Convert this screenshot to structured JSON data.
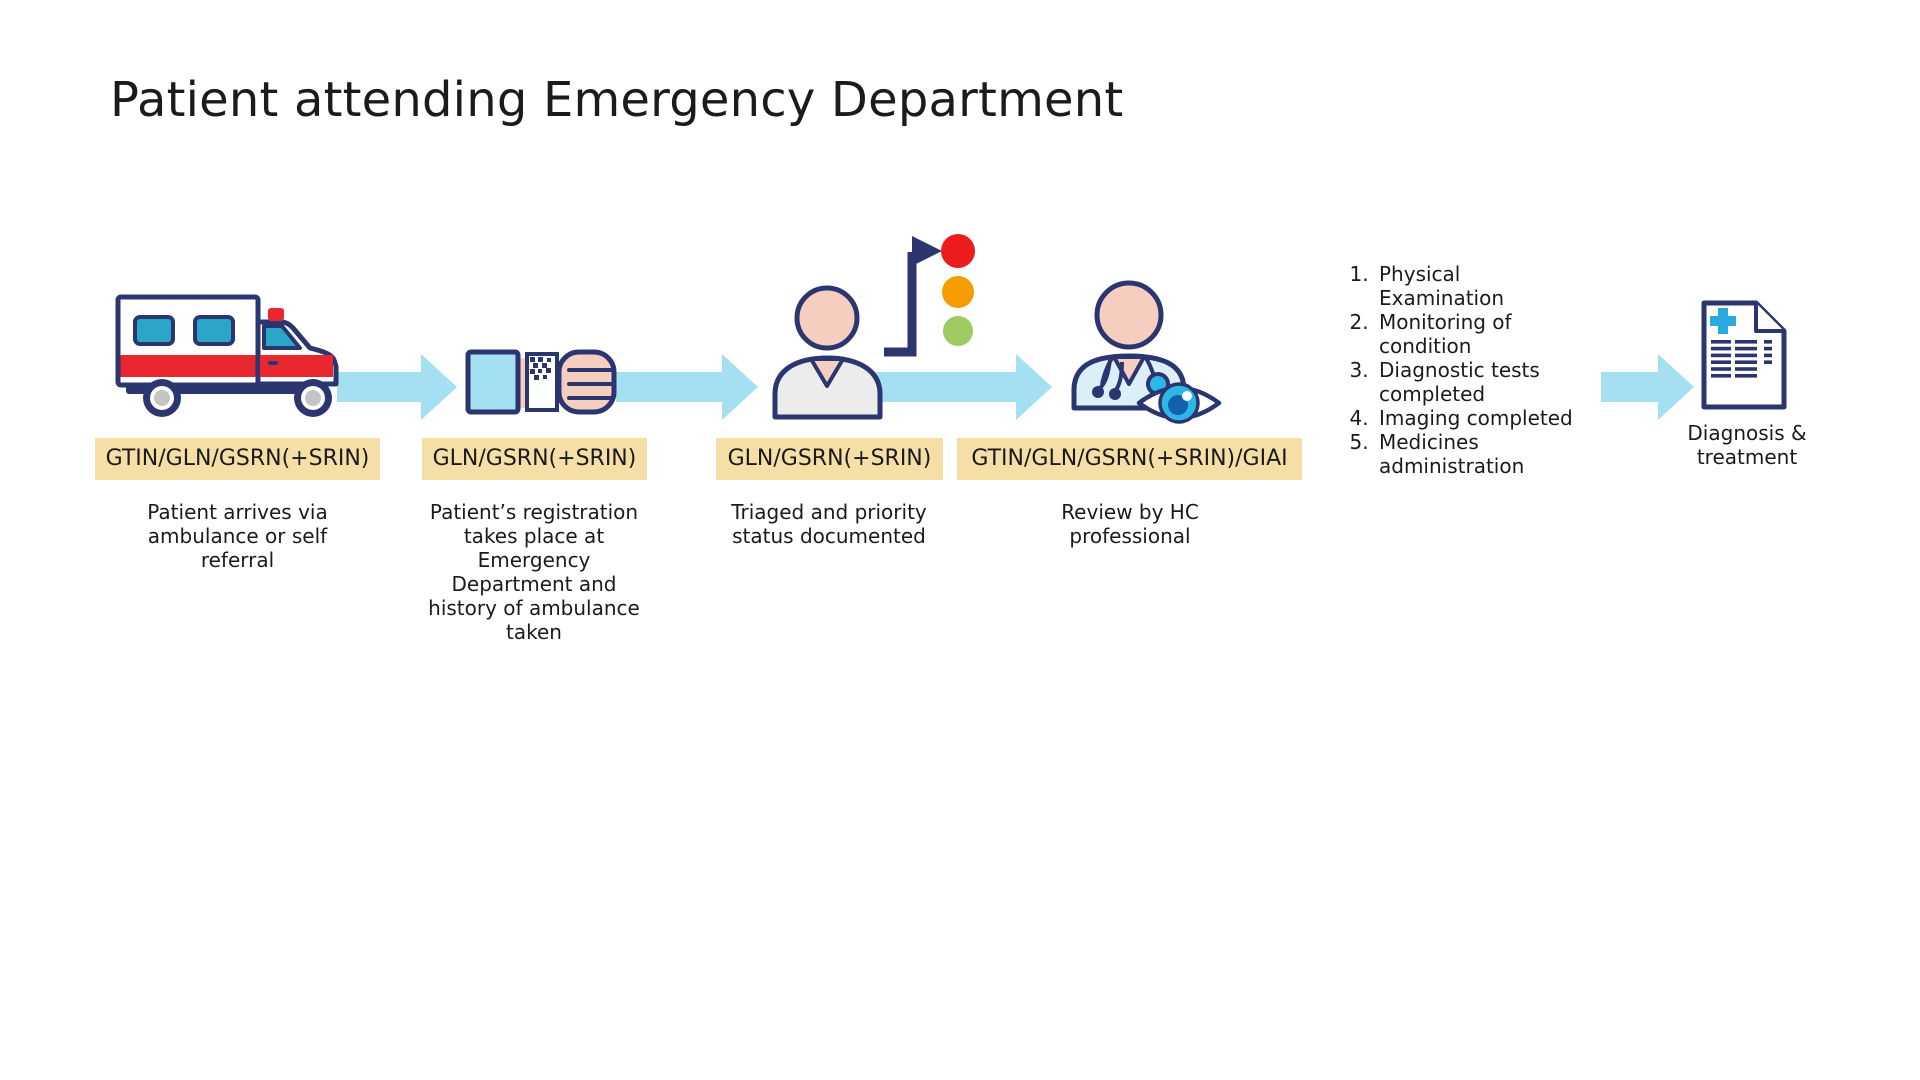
{
  "title": "Patient attending Emergency Department",
  "steps": [
    {
      "icon": "ambulance-icon",
      "id_label": "GTIN/GLN/GSRN(+SRIN)",
      "description": "Patient arrives via ambulance or self referral"
    },
    {
      "icon": "patient-wristband-icon",
      "id_label": "GLN/GSRN(+SRIN)",
      "description": "Patient’s registration takes place at Emergency Department and history of ambulance taken"
    },
    {
      "icon": "triage-traffic-light-icon",
      "id_label": "GLN/GSRN(+SRIN)",
      "description": "Triaged and priority status documented"
    },
    {
      "icon": "clinician-eye-icon",
      "id_label": "GTIN/GLN/GSRN(+SRIN)/GIAI",
      "description": "Review by HC professional"
    }
  ],
  "care_activities": {
    "items": [
      "Physical Examination",
      "Monitoring of condition",
      "Diagnostic tests completed",
      "Imaging completed",
      "Medicines administration"
    ]
  },
  "outcome": {
    "icon": "medical-document-icon",
    "label": "Diagnosis & treatment"
  },
  "icons": {
    "flow_arrow": "right-flow-arrow",
    "traffic_light_order": [
      "red",
      "orange",
      "green"
    ]
  },
  "colors": {
    "background": "#FFFFFF",
    "text": "#1B1B1B",
    "navy": "#2B3671",
    "arrow_blue": "#A5DFF2",
    "skin": "#F6CEC0",
    "tan": "#F6DFA7",
    "red": "#E9272E",
    "teal": "#2BA6C8",
    "gray": "#ECECEC",
    "coat_blue": "#DCEEF6",
    "light_red": "#EC1C1C",
    "light_orange": "#F59C00",
    "light_green": "#9DCB61",
    "iris_cyan": "#2CB7E8",
    "pupil_blue": "#1460AE",
    "plus_cyan": "#29ABE2",
    "wheel_gray": "#C4C4C4"
  }
}
